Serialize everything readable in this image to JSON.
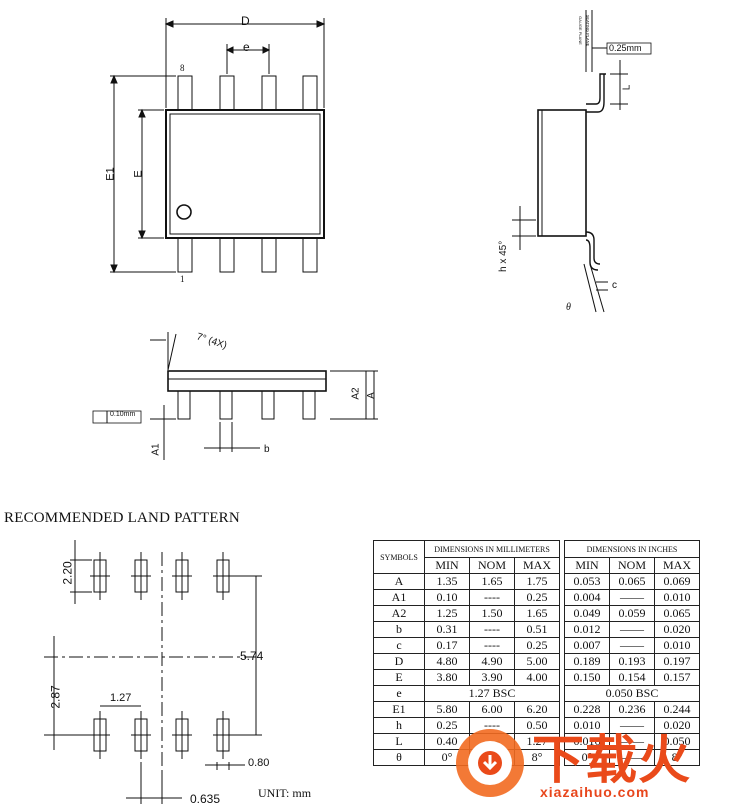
{
  "top_view": {
    "d": "D",
    "e": "e",
    "pin8": "8",
    "pin1": "1",
    "e1": "E1",
    "E": "E"
  },
  "side_view": {
    "gauge": "GAUGE PLANE",
    "seating": "SEATING PLANE",
    "gauge_val": "0.25mm",
    "L": "L",
    "h45": "h x 45°",
    "c": "c",
    "theta": "θ"
  },
  "front_view": {
    "angle": "7° (4X)",
    "a2": "A2",
    "a": "A",
    "a1": "A1",
    "b": "b",
    "coplanarity": "0.10mm"
  },
  "land": {
    "title": "RECOMMENDED LAND PATTERN",
    "d220": "2.20",
    "d574": "5.74",
    "d287": "2.87",
    "d127": "1.27",
    "d080": "0.80",
    "d0635": "0.635",
    "unit": "UNIT:  mm"
  },
  "table": {
    "symbols_header": "SYMBOLS",
    "mm_header": "DIMENSIONS IN MILLIMETERS",
    "in_header": "DIMENSIONS IN INCHES",
    "col_min": "MIN",
    "col_nom": "NOM",
    "col_max": "MAX",
    "rows": [
      {
        "sym": "A",
        "mm": [
          "1.35",
          "1.65",
          "1.75"
        ],
        "in": [
          "0.053",
          "0.065",
          "0.069"
        ]
      },
      {
        "sym": "A1",
        "mm": [
          "0.10",
          "----",
          "0.25"
        ],
        "in": [
          "0.004",
          "——",
          "0.010"
        ]
      },
      {
        "sym": "A2",
        "mm": [
          "1.25",
          "1.50",
          "1.65"
        ],
        "in": [
          "0.049",
          "0.059",
          "0.065"
        ]
      },
      {
        "sym": "b",
        "mm": [
          "0.31",
          "----",
          "0.51"
        ],
        "in": [
          "0.012",
          "——",
          "0.020"
        ]
      },
      {
        "sym": "c",
        "mm": [
          "0.17",
          "----",
          "0.25"
        ],
        "in": [
          "0.007",
          "——",
          "0.010"
        ]
      },
      {
        "sym": "D",
        "mm": [
          "4.80",
          "4.90",
          "5.00"
        ],
        "in": [
          "0.189",
          "0.193",
          "0.197"
        ]
      },
      {
        "sym": "E",
        "mm": [
          "3.80",
          "3.90",
          "4.00"
        ],
        "in": [
          "0.150",
          "0.154",
          "0.157"
        ]
      },
      {
        "sym": "e",
        "mm_span": "1.27 BSC",
        "in_span": "0.050 BSC"
      },
      {
        "sym": "E1",
        "mm": [
          "5.80",
          "6.00",
          "6.20"
        ],
        "in": [
          "0.228",
          "0.236",
          "0.244"
        ]
      },
      {
        "sym": "h",
        "mm": [
          "0.25",
          "----",
          "0.50"
        ],
        "in": [
          "0.010",
          "——",
          "0.020"
        ]
      },
      {
        "sym": "L",
        "mm": [
          "0.40",
          "----",
          "1.27"
        ],
        "in": [
          "0.016",
          "——",
          "0.050"
        ]
      },
      {
        "sym": "θ",
        "mm": [
          "0°",
          "----",
          "8°"
        ],
        "in": [
          "0°",
          "——",
          "8°"
        ]
      }
    ]
  },
  "watermark": {
    "cn": "下载火",
    "url": "xiazaihuo.com",
    "color": "#e8461c"
  }
}
